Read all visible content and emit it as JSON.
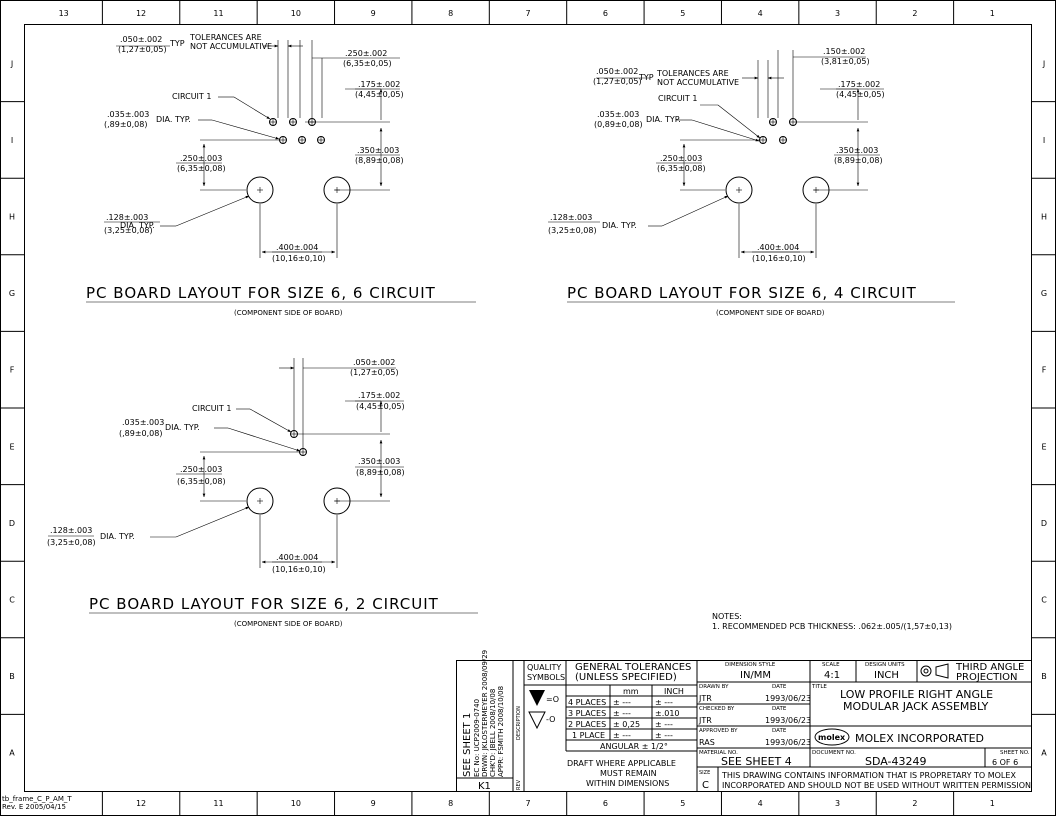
{
  "frame": {
    "columns": [
      "13",
      "12",
      "11",
      "10",
      "9",
      "8",
      "7",
      "6",
      "5",
      "4",
      "3",
      "2",
      "1"
    ],
    "rows": [
      "J",
      "I",
      "H",
      "G",
      "F",
      "E",
      "D",
      "C",
      "B",
      "A"
    ],
    "frame_id": "tb_frame_C_P_AM_T",
    "frame_rev": "Rev. E 2005/04/15"
  },
  "views": [
    {
      "title": "PC BOARD LAYOUT FOR SIZE 6, 6 CIRCUIT",
      "subtitle": "(COMPONENT SIDE OF BOARD)",
      "tol_in": ".050±.002",
      "tol_mm": "(1,27±0,05)",
      "typ": "TYP",
      "tol_note_1": "TOLERANCES ARE",
      "tol_note_2": "NOT ACCUMULATIVE",
      "d250_in": ".250±.002",
      "d250_mm": "(6,35±0,05)",
      "d175_in": ".175±.002",
      "d175_mm": "(4,45±0,05)",
      "circuit": "CIRCUIT 1",
      "d035_in": ".035±.003",
      "d035_mm": "(,89±0,08)",
      "dia_typ": "DIA. TYP.",
      "d350_in": ".350±.003",
      "d350_mm": "(8,89±0,08)",
      "d250b_in": ".250±.003",
      "d250b_mm": "(6,35±0,08)",
      "d128_in": ".128±.003",
      "d128_mm": "(3,25±0,08)",
      "dia_typ2": "DIA. TYP.",
      "d400_in": ".400±.004",
      "d400_mm": "(10,16±0,10)"
    },
    {
      "title": "PC BOARD LAYOUT FOR SIZE 6, 4 CIRCUIT",
      "subtitle": "(COMPONENT SIDE OF BOARD)",
      "tol_in": ".050±.002",
      "tol_mm": "(1,27±0,05)",
      "typ": "TYP",
      "tol_note_1": "TOLERANCES ARE",
      "tol_note_2": "NOT ACCUMULATIVE",
      "d150_in": ".150±.002",
      "d150_mm": "(3,81±0,05)",
      "d175_in": ".175±.002",
      "d175_mm": "(4,45±0,05)",
      "circuit": "CIRCUIT 1",
      "d035_in": ".035±.003",
      "d035_mm": "(0,89±0,08)",
      "dia_typ": "DIA. TYP.",
      "d350_in": ".350±.003",
      "d350_mm": "(8,89±0,08)",
      "d250b_in": ".250±.003",
      "d250b_mm": "(6,35±0,08)",
      "d128_in": ".128±.003",
      "d128_mm": "(3,25±0,08)",
      "dia_typ2": "DIA. TYP.",
      "d400_in": ".400±.004",
      "d400_mm": "(10,16±0,10)"
    },
    {
      "title": "PC BOARD LAYOUT FOR SIZE 6, 2 CIRCUIT",
      "subtitle": "(COMPONENT SIDE OF BOARD)",
      "d050_in": ".050±.002",
      "d050_mm": "(1,27±0,05)",
      "d175_in": ".175±.002",
      "d175_mm": "(4,45±0,05)",
      "circuit": "CIRCUIT 1",
      "d035_in": ".035±.003",
      "d035_mm": "(,89±0,08)",
      "dia_typ": "DIA. TYP.",
      "d350_in": ".350±.003",
      "d350_mm": "(8,89±0,08)",
      "d250b_in": ".250±.003",
      "d250b_mm": "(6,35±0,08)",
      "d128_in": ".128±.003",
      "d128_mm": "(3,25±0,08)",
      "dia_typ2": "DIA. TYP.",
      "d400_in": ".400±.004",
      "d400_mm": "(10,16±0,10)"
    }
  ],
  "notes": {
    "heading": "NOTES:",
    "n1": "1. RECOMMENDED PCB THICKNESS: .062±.005/(1,57±0,13)"
  },
  "title_block": {
    "see_sheet": "SEE SHEET 1",
    "ec_no": "EC No: UCP2009-0740",
    "drawn": "DRWN: JKLOSTERMEYER 2008/09/29",
    "chkd": "CHK'D: JBELL 2008/10/08",
    "appr": "APPR: FSMITH 2008/10/08",
    "description_label": "DESCRIPTION",
    "rev_code": "K1",
    "rev_label": "REV",
    "quality_1": "QUALITY",
    "quality_2": "SYMBOLS",
    "sym_eq_1": "=O",
    "sym_eq_2": "-O",
    "gen_tol_1": "GENERAL TOLERANCES",
    "gen_tol_2": "(UNLESS SPECIFIED)",
    "col_mm": "mm",
    "col_inch": "INCH",
    "tol_rows": [
      {
        "label": "4 PLACES",
        "mm": "± ---",
        "inch": "± ---"
      },
      {
        "label": "3 PLACES",
        "mm": "± ---",
        "inch": "±.010"
      },
      {
        "label": "2 PLACES",
        "mm": "± 0,25",
        "inch": "± ---"
      },
      {
        "label": "1 PLACE",
        "mm": "± ---",
        "inch": "± ---"
      }
    ],
    "angular": "ANGULAR ± 1/2°",
    "draft_1": "DRAFT WHERE APPLICABLE",
    "draft_2": "MUST REMAIN",
    "draft_3": "WITHIN DIMENSIONS",
    "dim_style_label": "DIMENSION STYLE",
    "dim_style": "IN/MM",
    "scale_label": "SCALE",
    "scale": "4:1",
    "design_units_label": "DESIGN UNITS",
    "design_units": "INCH",
    "projection_1": "THIRD ANGLE",
    "projection_2": "PROJECTION",
    "drawn_by_label": "DRAWN BY",
    "date_label": "DATE",
    "drawn_by": "JTR",
    "drawn_date": "1993/06/23",
    "checked_by_label": "CHECKED BY",
    "checked_by": "JTR",
    "checked_date": "1993/06/23",
    "approved_by_label": "APPROVED BY",
    "approved_by": "RAS",
    "approved_date": "1993/06/23",
    "title_label": "TITLE",
    "title_1": "LOW PROFILE RIGHT ANGLE",
    "title_2": "MODULAR JACK ASSEMBLY",
    "logo": "molex",
    "company": "MOLEX INCORPORATED",
    "material_label": "MATERIAL NO.",
    "material": "SEE SHEET 4",
    "document_label": "DOCUMENT NO.",
    "document": "SDA-43249",
    "sheet_label": "SHEET NO.",
    "sheet": "6 OF 6",
    "size_label": "SIZE",
    "size": "C",
    "proprietary_1": "THIS DRAWING CONTAINS INFORMATION THAT IS PROPRETARY TO MOLEX",
    "proprietary_2": "INCORPORATED AND SHOULD NOT BE USED WITHOUT WRITTEN PERMISSION"
  }
}
